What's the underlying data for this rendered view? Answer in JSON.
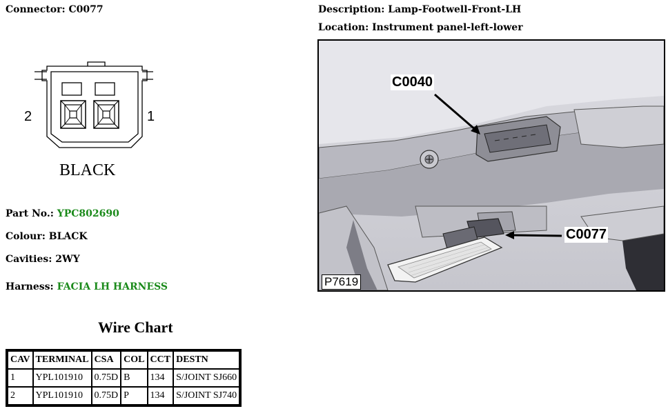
{
  "connector": {
    "label": "Connector:",
    "value": "C0077"
  },
  "description": {
    "label": "Description:",
    "value": "Lamp-Footwell-Front-LH"
  },
  "location": {
    "label": "Location:",
    "value": "Instrument panel-left-lower"
  },
  "diagram": {
    "pin_left": "2",
    "pin_right": "1",
    "color_label": "BLACK"
  },
  "details": {
    "part_no": {
      "label": "Part No.:",
      "value": "YPC802690"
    },
    "colour": {
      "label": "Colour:",
      "value": "BLACK"
    },
    "cavities": {
      "label": "Cavities:",
      "value": "2WY"
    },
    "harness": {
      "label": "Harness:",
      "value": "FACIA LH HARNESS"
    }
  },
  "wire_chart": {
    "title": "Wire Chart",
    "headers": [
      "CAV",
      "TERMINAL",
      "CSA",
      "COL",
      "CCT",
      "DESTN"
    ],
    "rows": [
      [
        "1",
        "YPL101910",
        "0.75D",
        "B",
        "134",
        "S/JOINT SJ660"
      ],
      [
        "2",
        "YPL101910",
        "0.75D",
        "P",
        "134",
        "S/JOINT SJ740"
      ]
    ]
  },
  "photo": {
    "callouts": [
      "C0040",
      "C0077"
    ],
    "figure_id": "P7619"
  },
  "colors": {
    "link_green": "#1a8a1a"
  }
}
